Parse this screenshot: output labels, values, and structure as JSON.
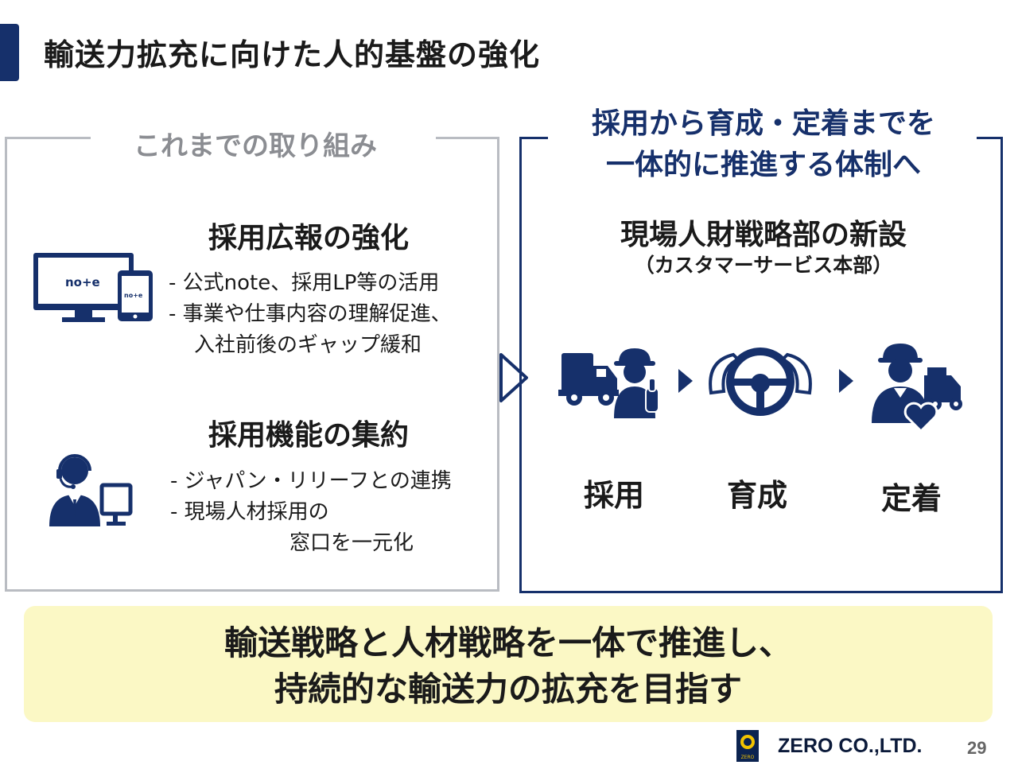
{
  "header": {
    "title": "輸送力拡充に向けた人的基盤の強化"
  },
  "left_panel": {
    "heading": "これまでの取り組み",
    "sections": [
      {
        "title": "採用広報の強化",
        "icon": "monitor-phone-icon",
        "monitor_text": "no+e",
        "phone_text": "no+e",
        "bullets": [
          "- 公式note、採用LP等の活用",
          "- 事業や仕事内容の理解促進、",
          "入社前後のギャップ緩和"
        ]
      },
      {
        "title": "採用機能の集約",
        "icon": "call-center-operator-icon",
        "bullets": [
          "- ジャパン・リリーフとの連携",
          "- 現場人材採用の",
          "窓口を一元化"
        ]
      }
    ]
  },
  "right_panel": {
    "heading_line1": "採用から育成・定着までを",
    "heading_line2": "一体的に推進する体制へ",
    "dept": "現場人財戦略部の新設",
    "dept_sub": "（カスタマーサービス本部）",
    "steps": [
      {
        "label": "採用",
        "icon": "truck-driver-thumbs-up-icon"
      },
      {
        "label": "育成",
        "icon": "steering-wheel-icon"
      },
      {
        "label": "定着",
        "icon": "driver-heart-truck-icon"
      }
    ]
  },
  "conclusion": {
    "line1": "輸送戦略と人材戦略を一体で推進し、",
    "line2": "持続的な輸送力の拡充を目指す"
  },
  "footer": {
    "logo_text": "ZERO",
    "company": "ZERO CO.,LTD.",
    "page": "29"
  },
  "colors": {
    "navy": "#16306b",
    "gray_border": "#b9bcc2",
    "highlight": "#fbf8c5"
  }
}
